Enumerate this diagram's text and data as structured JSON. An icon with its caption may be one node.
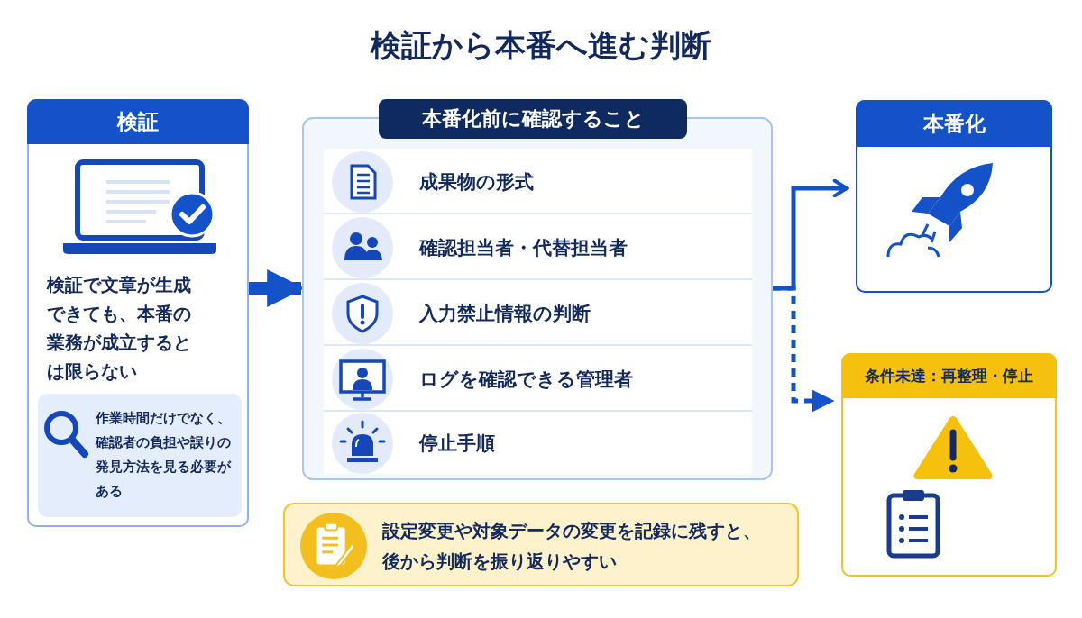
{
  "diagram": {
    "title": "検証から本番へ進む判断",
    "nodes": [
      {
        "text": [
          "検証",
          "検証で文章が生成できても、本番の業務が成立するとは限らない"
        ]
      },
      {
        "text": [
          "作業時間だけでなく、確認者の負担や誤りの発見方法を見る必要がある"
        ],
        "in": 0
      },
      {
        "text": [
          "本番化前に確認すること"
        ]
      },
      {
        "text": [
          "成果物の形式"
        ],
        "in": 2
      },
      {
        "text": [
          "確認担当者・代替担当者"
        ],
        "in": 2
      },
      {
        "text": [
          "入力禁止情報の判断"
        ],
        "in": 2
      },
      {
        "text": [
          "ログを確認できる管理者"
        ],
        "in": 2
      },
      {
        "text": [
          "停止手順"
        ],
        "in": 2
      },
      {
        "text": [
          "本番化"
        ]
      },
      {
        "text": [
          "条件未達：再整理・停止"
        ]
      },
      {
        "text": [
          "設定変更や対象データの変更を記録に残すと、後から判断を振り返りやすい"
        ]
      }
    ],
    "edges": [
      {
        "from": 0,
        "to": 2,
        "arrow": "to",
        "style": "thick"
      },
      {
        "from": 2,
        "to": 8,
        "arrow": "to"
      },
      {
        "from": 2,
        "to": 9,
        "arrow": "to",
        "style": "dashed"
      }
    ]
  }
}
